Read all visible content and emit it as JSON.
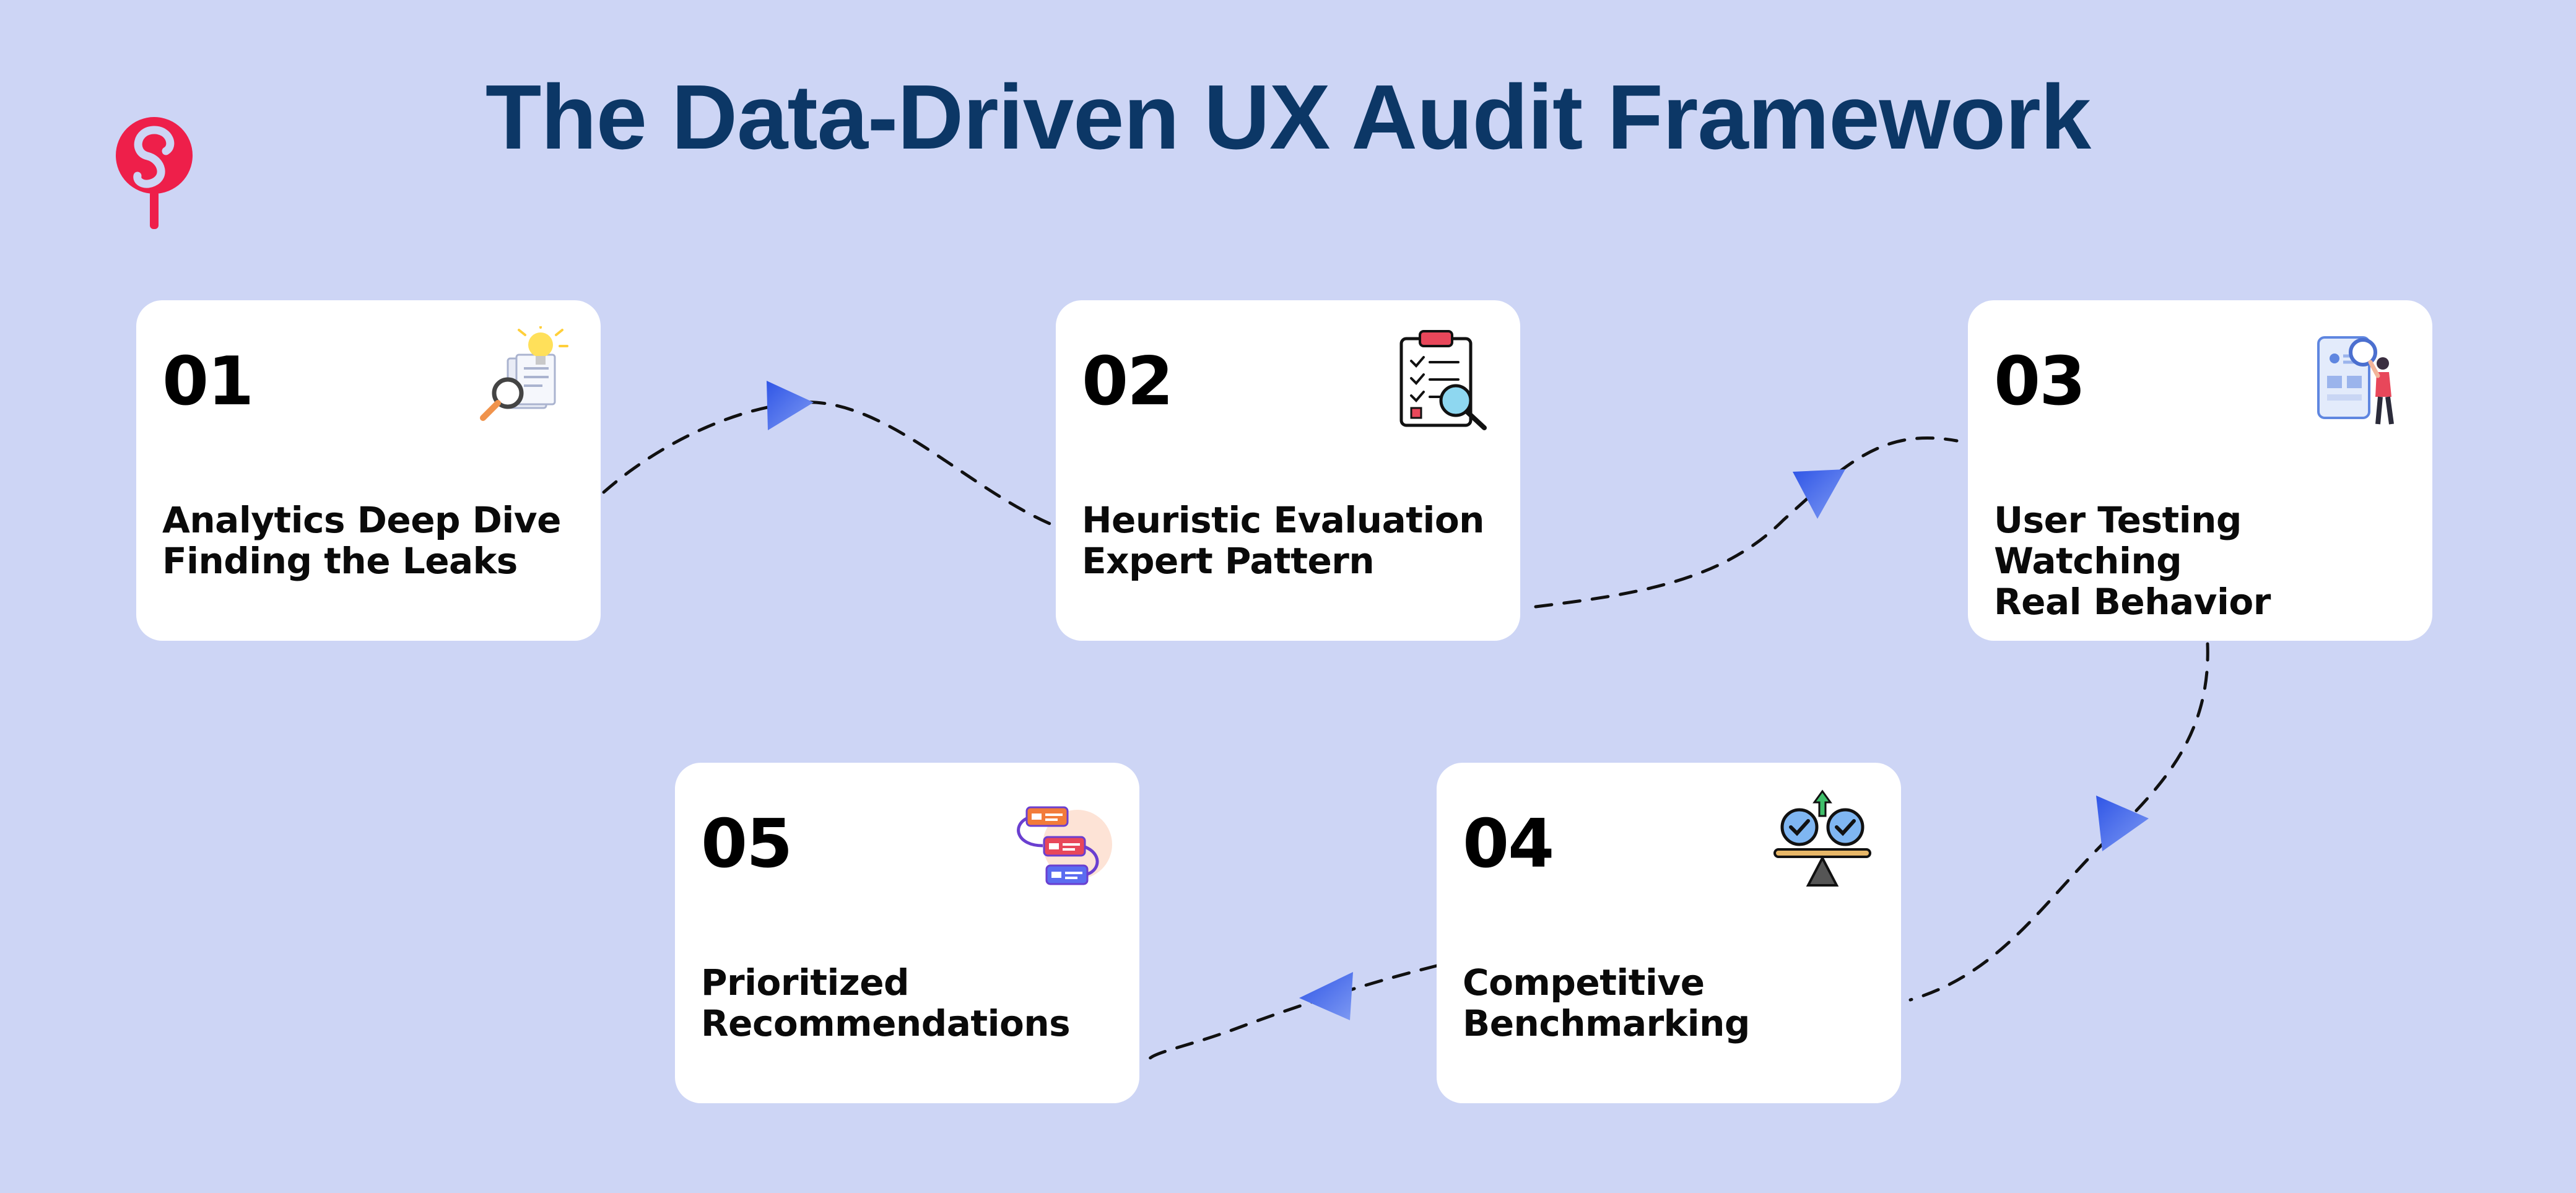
{
  "header": {
    "title": "The Data-Driven UX Audit Framework"
  },
  "logo": {
    "icon": "lollipop-logo-icon",
    "color": "#ee1f4a"
  },
  "colors": {
    "background": "#cdd5f5",
    "title": "#0c3766",
    "card": "#ffffff",
    "arrow": "#5b7cf0"
  },
  "steps": [
    {
      "number": "01",
      "line1": "Analytics Deep Dive",
      "line2": "Finding the Leaks",
      "icon": "magnifier-document-lightbulb-icon"
    },
    {
      "number": "02",
      "line1": "Heuristic Evaluation",
      "line2": "Expert Pattern",
      "icon": "clipboard-checklist-magnifier-icon"
    },
    {
      "number": "03",
      "line1": "User Testing Watching",
      "line2": "Real Behavior",
      "icon": "user-inspecting-screen-icon"
    },
    {
      "number": "04",
      "line1": "Competitive",
      "line2": "Benchmarking",
      "icon": "balance-scale-icon"
    },
    {
      "number": "05",
      "line1": "Prioritized",
      "line2": "Recommendations",
      "icon": "prioritized-list-flow-icon"
    }
  ]
}
